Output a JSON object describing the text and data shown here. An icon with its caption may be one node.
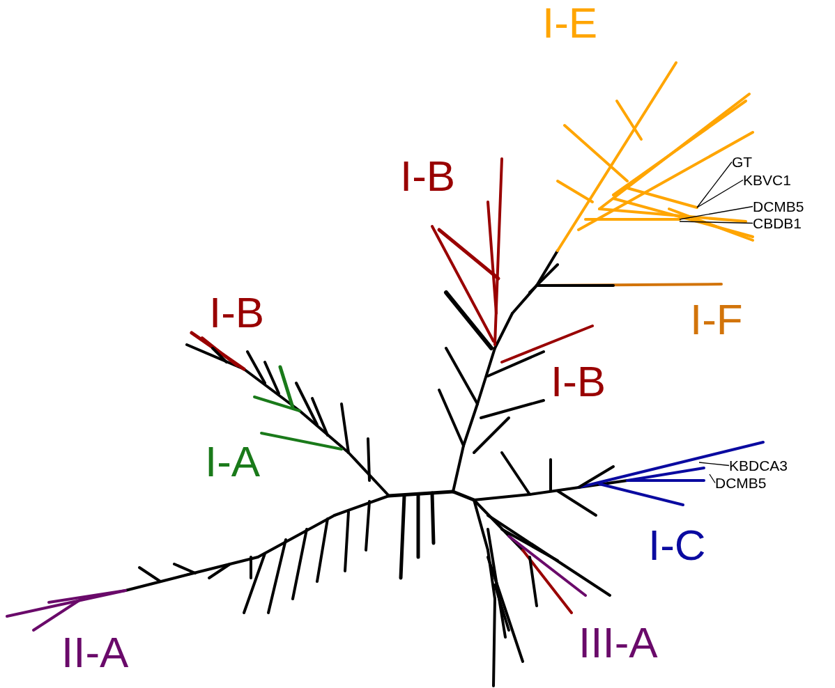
{
  "diagram": {
    "nodes": [
      {
        "text": [
          "GT"
        ]
      },
      {
        "text": [
          "KBVC1"
        ]
      },
      {
        "text": [
          "DCMB5"
        ]
      },
      {
        "text": [
          "CBDB1"
        ]
      },
      {
        "text": [
          "KBDCA3"
        ]
      },
      {
        "text": [
          "DCMB5"
        ]
      }
    ],
    "edges": [
      {
        "from": 0,
        "to": null,
        "arrow": "none"
      },
      {
        "from": 1,
        "to": null,
        "arrow": "none"
      },
      {
        "from": 2,
        "to": null,
        "arrow": "none"
      },
      {
        "from": 3,
        "to": null,
        "arrow": "none"
      },
      {
        "from": 4,
        "to": null,
        "arrow": "none"
      },
      {
        "from": 5,
        "to": null,
        "arrow": "none"
      }
    ],
    "labels": [
      "I-E",
      "I-B",
      "I-B",
      "I-F",
      "I-B",
      "I-A",
      "I-C",
      "III-A",
      "II-A"
    ]
  }
}
